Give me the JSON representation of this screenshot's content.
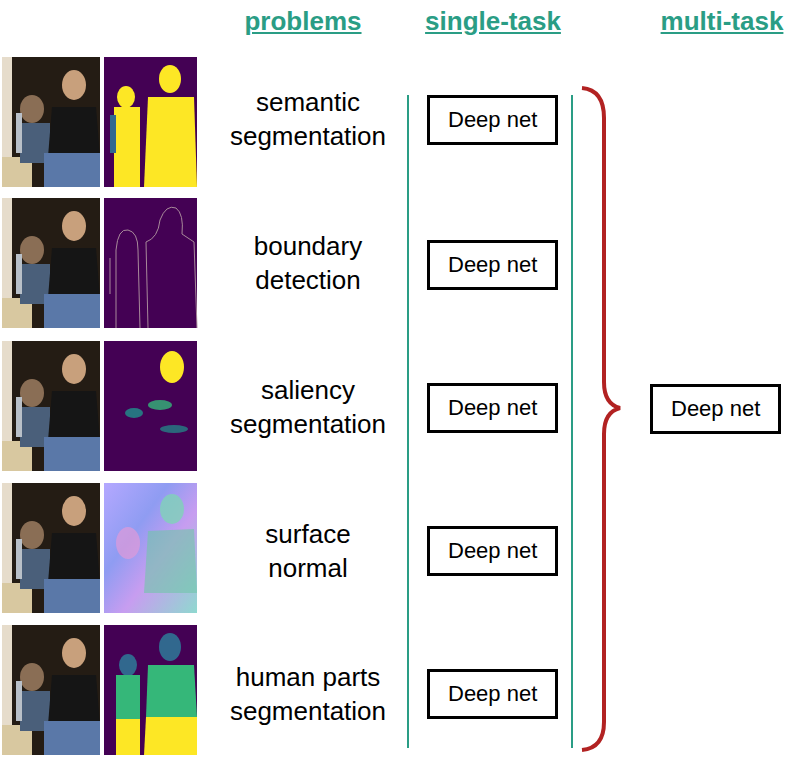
{
  "diagram": {
    "nodes": [
      {
        "text": [
          "Deep net"
        ]
      },
      {
        "text": [
          "Deep net"
        ]
      },
      {
        "text": [
          "Deep net"
        ]
      },
      {
        "text": [
          "Deep net"
        ]
      },
      {
        "text": [
          "Deep net"
        ]
      },
      {
        "text": [
          "Deep net"
        ]
      }
    ],
    "labels": [
      "problems",
      "single-task",
      "multi-task",
      "semantic segmentation",
      "boundary detection",
      "saliency segmentation",
      "surface normal",
      "human parts segmentation"
    ]
  }
}
